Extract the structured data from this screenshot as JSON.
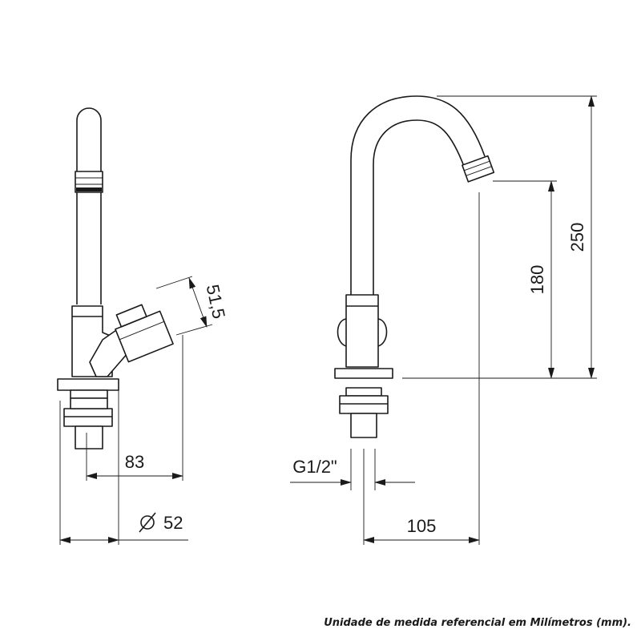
{
  "dimensions": {
    "side_spout_reach": "83",
    "base_diameter": "52",
    "handle_height": "51,5",
    "diameter_symbol": "⌀",
    "thread": "G1/2\"",
    "front_reach": "105",
    "spout_height": "180",
    "total_height": "250"
  },
  "footnote": "Unidade de medida referencial em Milímetros (mm)."
}
